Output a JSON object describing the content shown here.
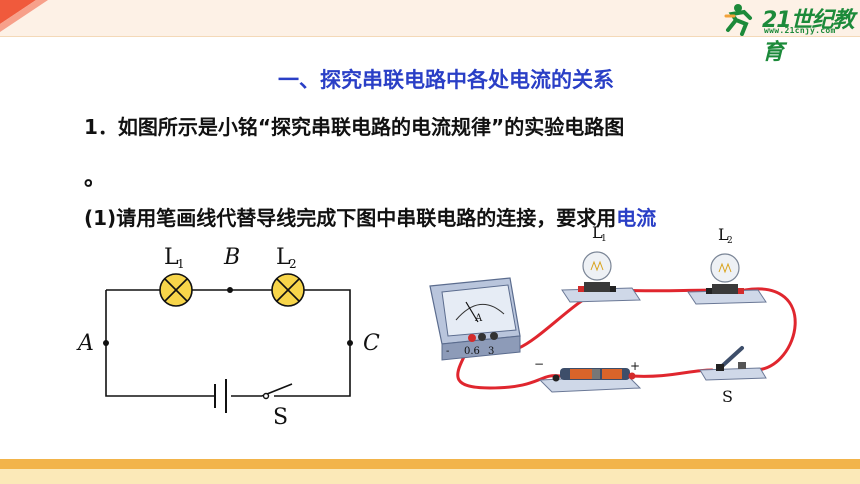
{
  "logo": {
    "brand": "21世纪教育",
    "url": "www.21cnjy.com"
  },
  "heading": "一、探究串联电路中各处电流的关系",
  "question": {
    "line1": "1．如图所示是小铭“探究串联电路的电流规律”的实验电路图",
    "line2": "。",
    "line3_main": "(1)请用笔画线代替导线完成下图中串联电路的连接，要求用",
    "line3_blue": "电流"
  },
  "schematic": {
    "lamp1": "L",
    "lamp1_sub": "1",
    "lamp2": "L",
    "lamp2_sub": "2",
    "point_a": "A",
    "point_b": "B",
    "point_c": "C",
    "switch": "S"
  },
  "apparatus": {
    "lamp1": "L",
    "lamp1_sub": "1",
    "lamp2": "L",
    "lamp2_sub": "2",
    "ammeter_symbol": "A",
    "ammeter_terminals": [
      "-",
      "0.6",
      "3"
    ],
    "battery_minus": "−",
    "battery_plus": "+",
    "switch": "S"
  },
  "colors": {
    "heading": "#2a3fc6",
    "wire": "#e0262e",
    "accent_bar": "#f2b44a"
  }
}
